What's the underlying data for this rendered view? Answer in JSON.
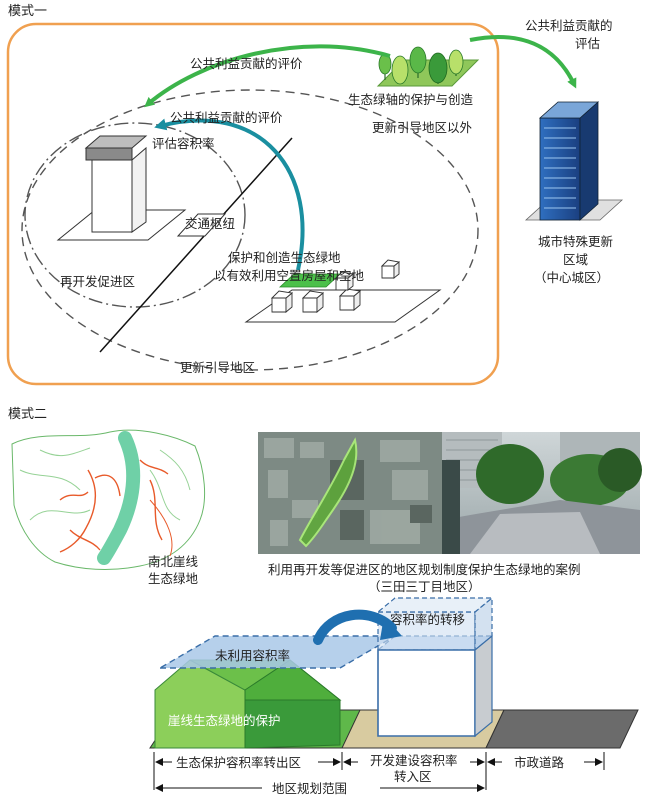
{
  "mode1": {
    "heading": "模式一",
    "label_eval_public_1": "公共利益贡献的评价",
    "label_eval_public_2": "公共利益贡献的评价",
    "label_eval_far": "评估容积率",
    "label_eco_axis": "生态绿轴的保护与创造",
    "label_outside": "更新引导地区以外",
    "label_transport": "交通枢纽",
    "label_redev": "再开发促进区",
    "label_protect_line1": "保护和创造生态绿地",
    "label_protect_line2": "以有效利用空置房屋和空地",
    "label_guide_area": "更新引导地区",
    "right_public_line1": "公共利益贡献的",
    "right_public_line2": "评估",
    "right_city_line1": "城市特殊更新",
    "right_city_line2": "区域",
    "right_city_line3": "（中心城区）"
  },
  "mode2": {
    "heading": "模式二",
    "map_label_line1": "南北崖线",
    "map_label_line2": "生态绿地",
    "photo_caption_line1": "利用再开发等促进区的地区规划制度保护生态绿地的案例",
    "photo_caption_line2": "（三田三丁目地区）",
    "unused_far": "未利用容积率",
    "far_transfer": "容积率的转移",
    "cliff_protect": "崖线生态绿地的保护",
    "zone_out": "生态保护容积率转出区",
    "zone_in_line1": "开发建设容积率",
    "zone_in_line2": "转入区",
    "zone_road": "市政道路",
    "plan_scope": "地区规划范围"
  },
  "colors": {
    "orange_frame": "#f0a050",
    "green_arrow": "#3cb44a",
    "teal_arrow": "#1a8fa0",
    "light_green": "#8ccf5a",
    "mid_green": "#5fb84a",
    "dark_green": "#3a9a3a",
    "blue_far": "#a9c8e8",
    "blue_dash": "#3a6ea8",
    "tan": "#d8cba0",
    "road_gray": "#6b6b6b"
  }
}
